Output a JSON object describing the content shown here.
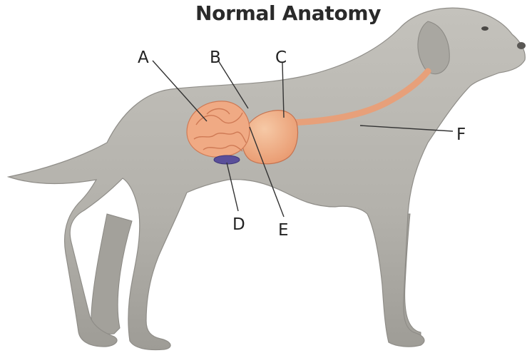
{
  "title": "Normal Anatomy",
  "labels": {
    "A": "A",
    "B": "B",
    "C": "C",
    "D": "D",
    "E": "E",
    "F": "F"
  },
  "colors": {
    "dog_body": "#b8b6b0",
    "dog_shadow": "#8f8d88",
    "organ": "#f0aa84",
    "organ_dark": "#cf7a55",
    "spleen": "#5a4f9a"
  }
}
